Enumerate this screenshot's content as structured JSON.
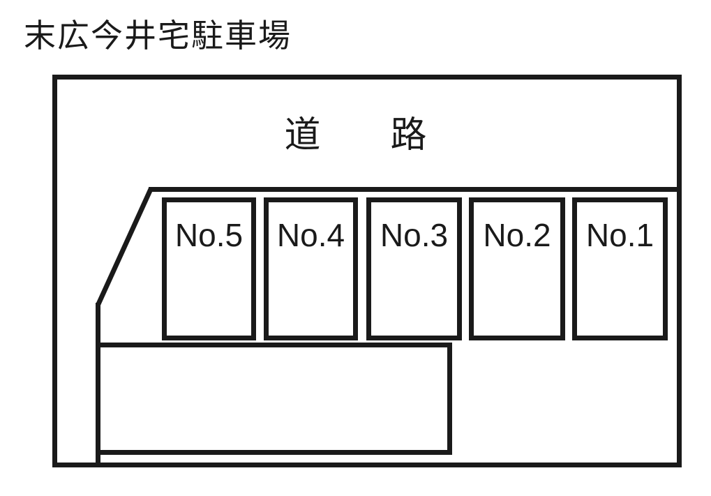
{
  "title": "末広今井宅駐車場",
  "road_label": {
    "first": "道",
    "second": "路",
    "word": "道路"
  },
  "parking": {
    "spaces": [
      {
        "label": "No.5"
      },
      {
        "label": "No.4"
      },
      {
        "label": "No.3"
      },
      {
        "label": "No.2"
      },
      {
        "label": "No.1"
      }
    ]
  },
  "colors": {
    "line": "#1a1a1a",
    "background": "#ffffff"
  }
}
